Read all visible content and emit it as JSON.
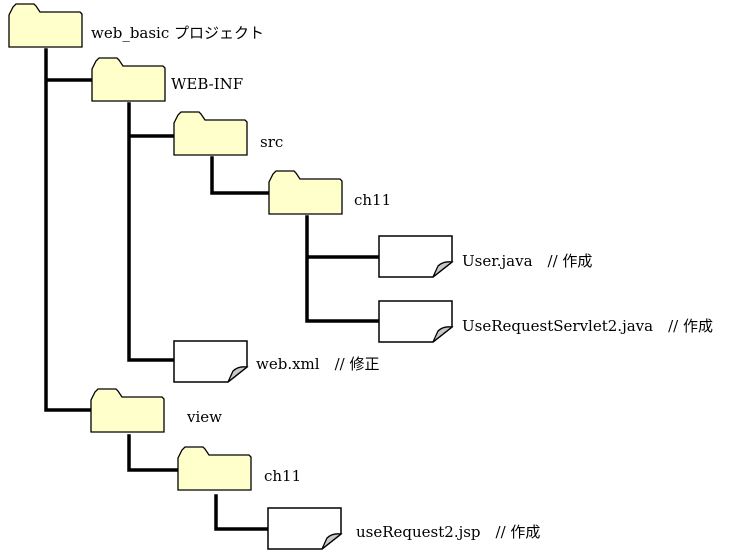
{
  "tree": {
    "nodes": [
      {
        "id": "web_basic",
        "type": "folder",
        "label": "web_basic プロジェクト"
      },
      {
        "id": "web_inf",
        "type": "folder",
        "label": "WEB-INF"
      },
      {
        "id": "src",
        "type": "folder",
        "label": "src"
      },
      {
        "id": "ch11_src",
        "type": "folder",
        "label": "ch11"
      },
      {
        "id": "user_java",
        "type": "file",
        "label": "User.java　// 作成"
      },
      {
        "id": "servlet_java",
        "type": "file",
        "label": "UseRequestServlet2.java　// 作成"
      },
      {
        "id": "web_xml",
        "type": "file",
        "label": "web.xml　// 修正"
      },
      {
        "id": "view",
        "type": "folder",
        "label": "view"
      },
      {
        "id": "ch11_view",
        "type": "folder",
        "label": "ch11"
      },
      {
        "id": "use_request_jsp",
        "type": "file",
        "label": "useRequest2.jsp　// 作成"
      }
    ]
  },
  "colors": {
    "folder_fill": "#ffffcc",
    "file_fill": "#ffffff",
    "file_fold": "#c8c8c8",
    "line": "#000000"
  }
}
